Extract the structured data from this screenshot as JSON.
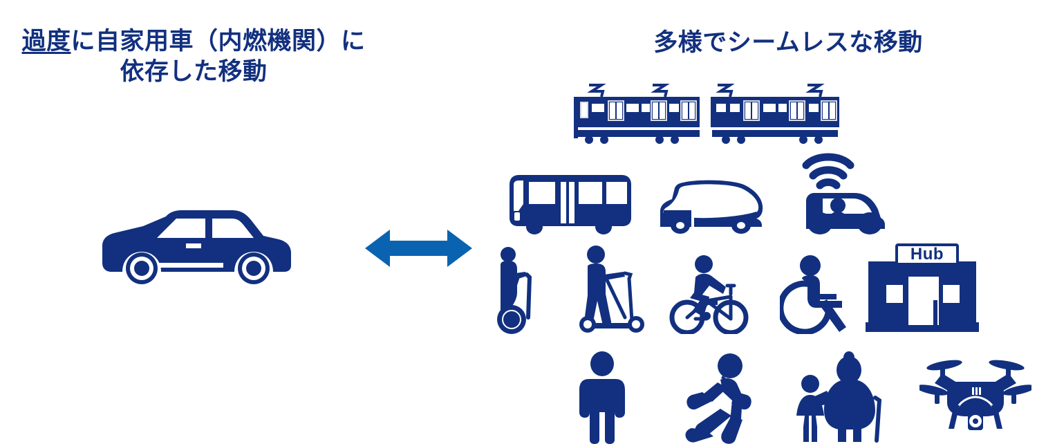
{
  "palette": {
    "icon_navy": "#12307f",
    "arrow_blue": "#0a63b0",
    "background": "#ffffff",
    "heading_navy": "#12307f"
  },
  "headings": {
    "left": {
      "underlined_part": "過度",
      "rest_line1": "に自家用車（内燃機関）に",
      "line2": "依存した移動",
      "full_text": "過度に自家用車（内燃機関）に依存した移動"
    },
    "right": {
      "text": "多様でシームレスな移動"
    }
  },
  "center_arrow": {
    "name": "double-headed-arrow",
    "direction": "left-right"
  },
  "left_group": {
    "icons": [
      {
        "name": "car-icon",
        "label": "自家用車",
        "glyph": "car"
      }
    ]
  },
  "right_group": {
    "rows": [
      {
        "row": 1,
        "icons": [
          {
            "name": "train-icon-1",
            "label": "鉄道車両",
            "glyph": "train"
          },
          {
            "name": "train-icon-2",
            "label": "鉄道車両",
            "glyph": "train"
          }
        ]
      },
      {
        "row": 2,
        "icons": [
          {
            "name": "bus-icon",
            "label": "バス",
            "glyph": "bus"
          },
          {
            "name": "pod-icon",
            "label": "自動運転シャトル",
            "glyph": "autonomous-pod"
          },
          {
            "name": "connected-car-icon",
            "label": "コネクテッドカー",
            "glyph": "car-with-wifi"
          }
        ]
      },
      {
        "row": 3,
        "icons": [
          {
            "name": "segway-icon",
            "label": "立ち乗り電動モビリティ",
            "glyph": "segway"
          },
          {
            "name": "scooter-icon",
            "label": "電動キックボード",
            "glyph": "kick-scooter"
          },
          {
            "name": "bicycle-icon",
            "label": "自転車",
            "glyph": "bicycle"
          },
          {
            "name": "wheelchair-icon",
            "label": "車いす",
            "glyph": "wheelchair"
          },
          {
            "name": "hub-building-icon",
            "label": "モビリティハブ",
            "glyph": "building"
          }
        ]
      },
      {
        "row": 4,
        "icons": [
          {
            "name": "pedestrian-icon",
            "label": "歩行者",
            "glyph": "standing-person"
          },
          {
            "name": "runner-icon",
            "label": "ランナー",
            "glyph": "running-person"
          },
          {
            "name": "elderly-child-icon",
            "label": "高齢者と子ども",
            "glyph": "elderly-with-child"
          },
          {
            "name": "drone-icon",
            "label": "ドローン",
            "glyph": "quadcopter"
          }
        ]
      }
    ]
  },
  "hub_sign": {
    "text": "Hub"
  }
}
